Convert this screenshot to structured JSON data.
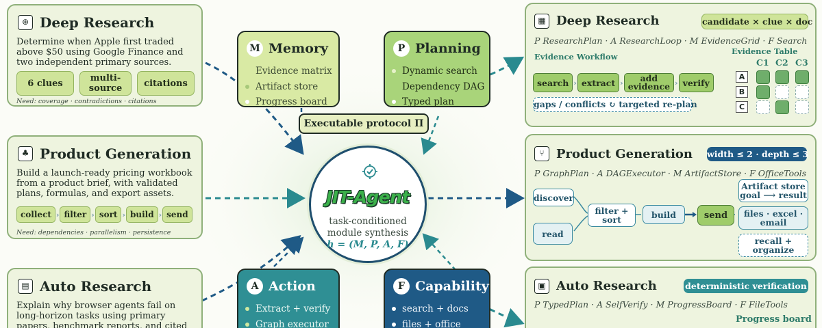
{
  "left_panels": {
    "deep_research": {
      "title": "Deep Research",
      "icon": "globe-search-icon",
      "description": "Determine when Apple first traded above $50 using Google Finance and two independent primary sources.",
      "chips": [
        "6 clues",
        "multi-\nsource",
        "citations"
      ],
      "need": "Need: coverage · contradictions · citations"
    },
    "product_generation": {
      "title": "Product Generation",
      "icon": "hierarchy-icon",
      "description": "Build a launch-ready pricing workbook from a product brief, with validated plans, formulas, and export assets.",
      "flow": [
        "collect",
        "filter",
        "sort",
        "build",
        "send"
      ],
      "need": "Need: dependencies · parallelism · persistence"
    },
    "auto_research": {
      "title": "Auto Research",
      "icon": "document-search-icon",
      "description": "Explain why browser agents fail on long-horizon tasks using primary papers, benchmark reports, and cited evidence."
    }
  },
  "modules": {
    "memory": {
      "letter": "M",
      "title": "Memory",
      "items": [
        "Evidence matrix",
        "Artifact store",
        "Progress board"
      ]
    },
    "planning": {
      "letter": "P",
      "title": "Planning",
      "items": [
        "Dynamic search",
        "Dependency DAG",
        "Typed plan"
      ]
    },
    "action": {
      "letter": "A",
      "title": "Action",
      "items": [
        "Extract + verify",
        "Graph executor"
      ]
    },
    "capability": {
      "letter": "F",
      "title": "Capability",
      "items": [
        "search + docs",
        "files + office"
      ]
    },
    "protocol_label": "Executable protocol Π"
  },
  "center": {
    "logo_text": "JIT-Agent",
    "logo_icon": "shield-check-icon",
    "line1": "task-conditioned",
    "line2": "module synthesis",
    "formula": "h = (M, P, A, F)"
  },
  "right_panels": {
    "deep_research": {
      "title": "Deep Research",
      "icon": "grid-window-icon",
      "badge": "candidate × clue × doc",
      "subtitle": "P ResearchPlan · A ResearchLoop · M EvidenceGrid · F Search",
      "workflow_label": "Evidence Workflow",
      "workflow": [
        "search",
        "extract",
        "add\nevidence",
        "verify"
      ],
      "replan": "gaps / conflicts ↻ targeted re-plan",
      "table_label": "Evidence Table",
      "columns": [
        "C1",
        "C2",
        "C3"
      ],
      "rows": [
        {
          "label": "A",
          "cells": [
            true,
            true,
            true
          ]
        },
        {
          "label": "B",
          "cells": [
            true,
            false,
            false
          ]
        },
        {
          "label": "C",
          "cells": [
            false,
            true,
            false
          ]
        }
      ]
    },
    "product_generation": {
      "title": "Product Generation",
      "icon": "branch-icon",
      "badge": "width ≤ 2 · depth ≤ 3",
      "subtitle": "P GraphPlan · A DAGExecutor · M ArtifactStore · F OfficeTools",
      "nodes": {
        "discover": "discover",
        "read": "read",
        "filter_sort": "filter +\nsort",
        "build": "build",
        "send": "send"
      },
      "side": [
        "Artifact store\ngoal ⟶ result",
        "files · excel ·\nemail",
        "recall +\norganize"
      ]
    },
    "auto_research": {
      "title": "Auto Research",
      "icon": "document-check-icon",
      "badge": "deterministic verification",
      "subtitle": "P TypedPlan · A SelfVerify · M ProgressBoard · F FileTools",
      "board_label": "Progress board"
    }
  },
  "colors": {
    "panel_green": "#eef4df",
    "chip_green": "#cfe49a",
    "teal": "#2a8a8f",
    "navy": "#1f5a86",
    "arrow": "#1f5a86"
  }
}
